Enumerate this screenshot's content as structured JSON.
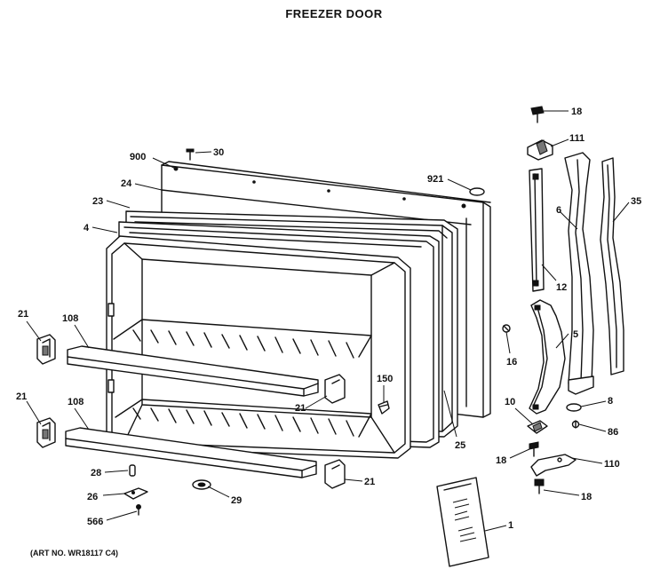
{
  "title": "FREEZER DOOR",
  "art_number": "(ART NO. WR18117 C4)",
  "callouts": [
    {
      "id": "c18a",
      "label": "18"
    },
    {
      "id": "c111",
      "label": "111"
    },
    {
      "id": "c30",
      "label": "30"
    },
    {
      "id": "c900",
      "label": "900"
    },
    {
      "id": "c921",
      "label": "921"
    },
    {
      "id": "c24",
      "label": "24"
    },
    {
      "id": "c23",
      "label": "23"
    },
    {
      "id": "c6",
      "label": "6"
    },
    {
      "id": "c35",
      "label": "35"
    },
    {
      "id": "c4",
      "label": "4"
    },
    {
      "id": "c12",
      "label": "12"
    },
    {
      "id": "c21a",
      "label": "21"
    },
    {
      "id": "c108a",
      "label": "108"
    },
    {
      "id": "c16",
      "label": "16"
    },
    {
      "id": "c5",
      "label": "5"
    },
    {
      "id": "c150",
      "label": "150"
    },
    {
      "id": "c21b",
      "label": "21"
    },
    {
      "id": "c21c",
      "label": "21"
    },
    {
      "id": "c108b",
      "label": "108"
    },
    {
      "id": "c10",
      "label": "10"
    },
    {
      "id": "c8",
      "label": "8"
    },
    {
      "id": "c86",
      "label": "86"
    },
    {
      "id": "c25",
      "label": "25"
    },
    {
      "id": "c18b",
      "label": "18"
    },
    {
      "id": "c110",
      "label": "110"
    },
    {
      "id": "c28",
      "label": "28"
    },
    {
      "id": "c21d",
      "label": "21"
    },
    {
      "id": "c26",
      "label": "26"
    },
    {
      "id": "c29",
      "label": "29"
    },
    {
      "id": "c18c",
      "label": "18"
    },
    {
      "id": "c566",
      "label": "566"
    },
    {
      "id": "c1",
      "label": "1"
    }
  ]
}
